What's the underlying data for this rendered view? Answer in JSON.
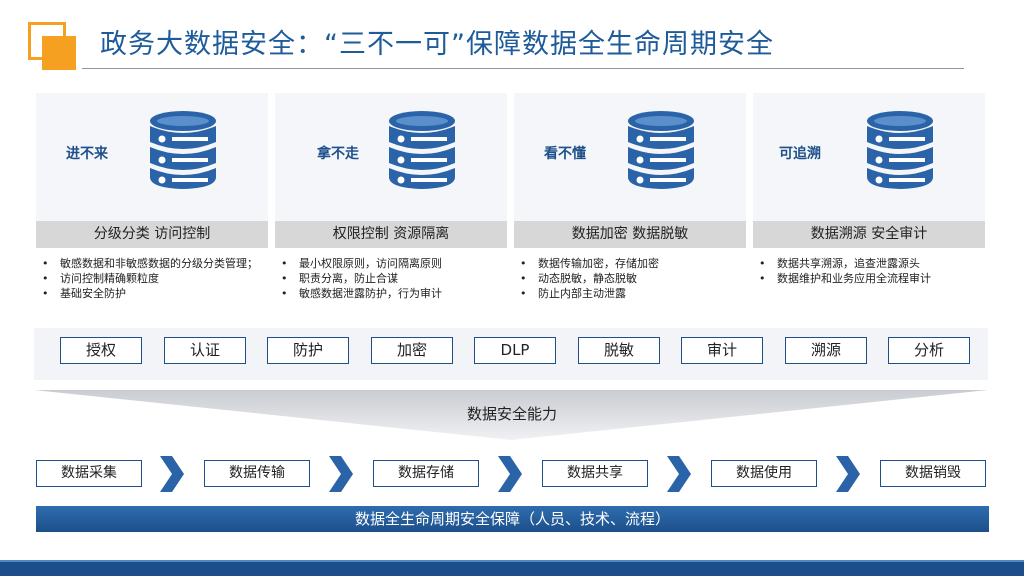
{
  "title": "政务大数据安全：“三不一可”保障数据全生命周期安全",
  "columns": [
    {
      "label": "进不来",
      "header": "分级分类  访问控制",
      "bullets": [
        "敏感数据和非敏感数据的分级分类管理；",
        "访问控制精确颗粒度",
        "基础安全防护"
      ]
    },
    {
      "label": "拿不走",
      "header": "权限控制 资源隔离",
      "bullets": [
        "最小权限原则，访问隔离原则",
        "职责分离，防止合谋",
        "敏感数据泄露防护，行为审计"
      ]
    },
    {
      "label": "看不懂",
      "header": "数据加密 数据脱敏",
      "bullets": [
        "数据传输加密，存储加密",
        "动态脱敏，静态脱敏",
        "防止内部主动泄露"
      ]
    },
    {
      "label": "可追溯",
      "header": "数据溯源 安全审计",
      "bullets": [
        "数据共享溯源，追查泄露源头",
        "数据维护和业务应用全流程审计"
      ]
    }
  ],
  "capabilities": [
    "授权",
    "认证",
    "防护",
    "加密",
    "DLP",
    "脱敏",
    "审计",
    "溯源",
    "分析"
  ],
  "capability_label": "数据安全能力",
  "lifecycle": [
    "数据采集",
    "数据传输",
    "数据存储",
    "数据共享",
    "数据使用",
    "数据销毁"
  ],
  "bottom_bar": "数据全生命周期安全保障（人员、技术、流程）",
  "colors": {
    "brand_blue": "#1e5b9b",
    "accent_orange": "#f5a020",
    "icon_blue": "#2a63a8"
  }
}
